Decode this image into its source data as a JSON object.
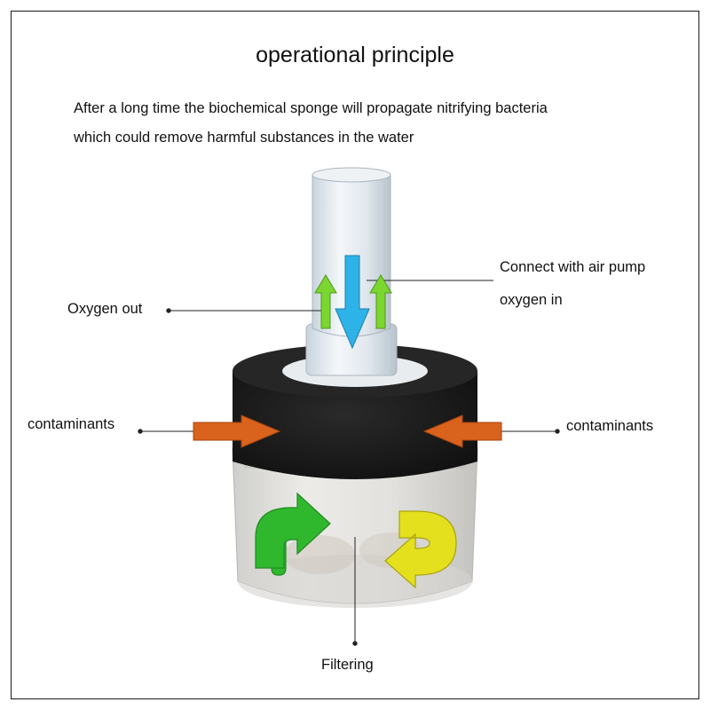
{
  "title": "operational principle",
  "description": {
    "line1": "After a long time the biochemical sponge will propagate nitrifying bacteria",
    "line2": "which could remove harmful substances in the water"
  },
  "labels": {
    "oxygen_out": "Oxygen out",
    "connect_air_pump": "Connect with air pump",
    "oxygen_in": "oxygen in",
    "contaminants_left": "contaminants",
    "contaminants_right": "contaminants",
    "filtering": "Filtering"
  },
  "colors": {
    "oxygen_arrow": "#7bd630",
    "air_arrow": "#2eb3e8",
    "contaminant_arrow": "#d9621c",
    "flow_left_arrow": "#2fb82e",
    "flow_right_arrow": "#e4e01e",
    "sponge": "#1c1c1c"
  }
}
